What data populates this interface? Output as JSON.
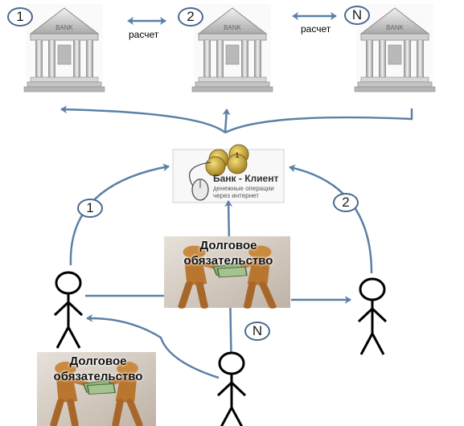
{
  "banks": [
    {
      "badge": "1",
      "sign": "BANK"
    },
    {
      "badge": "2",
      "sign": "BANK"
    },
    {
      "badge": "N",
      "sign": "BANK"
    }
  ],
  "settlement_label": "расчет",
  "bank_client": {
    "title": "Банк - Клиент",
    "subtitle_line1": "денежные операции",
    "subtitle_line2": "через интернет",
    "coin_mark": "1"
  },
  "debt_label_line1": "Долговое",
  "debt_label_line2": "обязательство",
  "path_badges": {
    "left": "1",
    "right": "2",
    "bottom": "N"
  },
  "colors": {
    "arrow": "#5b80a8",
    "badge_border": "#4a6a90"
  }
}
